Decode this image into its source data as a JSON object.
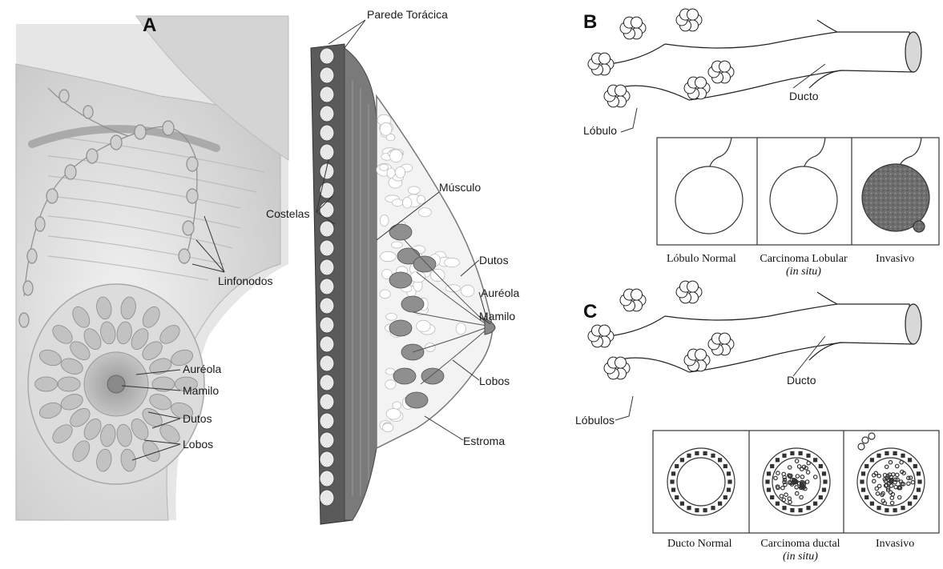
{
  "panels": {
    "a": "A",
    "b": "B",
    "c": "C"
  },
  "panel_a": {
    "labels": {
      "parede_toracica": "Parede Torácica",
      "costelas": "Costelas",
      "musculo": "Músculo",
      "linfonodos": "Linfonodos",
      "dutos_side": "Dutos",
      "aureola_side": "Auréola",
      "mamilo_side": "Mamilo",
      "lobos_side": "Lobos",
      "estroma": "Estroma",
      "aureola_front": "Auréola",
      "mamilo_front": "Mamilo",
      "dutos_front": "Dutos",
      "lobos_front": "Lobos"
    }
  },
  "panel_b": {
    "ducto": "Ducto",
    "lobulo": "Lóbulo",
    "captions": [
      "Lóbulo Normal",
      "Carcinoma Lobular",
      "Invasivo"
    ],
    "in_situ": "(in situ)"
  },
  "panel_c": {
    "ducto": "Ducto",
    "lobulos": "Lóbulos",
    "captions": [
      "Ducto Normal",
      "Carcinoma ductal",
      "Invasivo"
    ],
    "in_situ": "(in situ)"
  }
}
